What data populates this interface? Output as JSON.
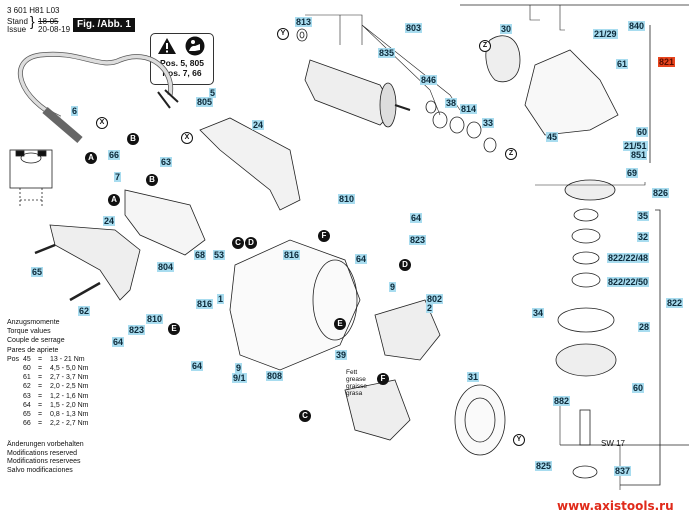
{
  "header": {
    "part_number": "3 601 H81 L03",
    "stand_label": "Stand",
    "issue_label": "Issue",
    "stand_value": "18-05",
    "issue_value": "20-08-19",
    "figure_label": "Fig. /Abb. 1"
  },
  "warning_box": {
    "icons": [
      "warning-triangle-icon",
      "read-manual-icon"
    ],
    "line1": "Pos. 5, 805",
    "line2": "Pos. 7, 66"
  },
  "torque": {
    "titles": [
      "Anzugsmomente",
      "Torque values",
      "Couple de serrage",
      "Pares de apriete"
    ],
    "pos_label": "Pos",
    "rows": [
      {
        "pos": "45",
        "sep": "=",
        "value": "13 - 21 Nm"
      },
      {
        "pos": "60",
        "sep": "=",
        "value": "4,5 - 5,0 Nm"
      },
      {
        "pos": "61",
        "sep": "=",
        "value": "2,7 - 3,7 Nm"
      },
      {
        "pos": "62",
        "sep": "=",
        "value": "2,0 - 2,5 Nm"
      },
      {
        "pos": "63",
        "sep": "=",
        "value": "1,2 - 1,6 Nm"
      },
      {
        "pos": "64",
        "sep": "=",
        "value": "1,5 - 2,0 Nm"
      },
      {
        "pos": "65",
        "sep": "=",
        "value": "0,8 - 1,3 Nm"
      },
      {
        "pos": "66",
        "sep": "=",
        "value": "2,2 - 2,7 Nm"
      }
    ]
  },
  "notes": [
    "Änderungen vorbehalten",
    "Modifications reserved",
    "Modifications reservees",
    "Salvo modificaciones"
  ],
  "grease_note": [
    "Fett",
    "grease",
    "graisse",
    "grasa"
  ],
  "wrench_note": "SW 17",
  "watermark": "www.axistools.ru",
  "colors": {
    "part_tag": "#a8dcef",
    "highlight_tag": "#e8451e",
    "watermark": "#e02a1a"
  },
  "part_labels": {
    "p813": "813",
    "p803": "803",
    "p835": "835",
    "p846": "846",
    "p38": "38",
    "p814": "814",
    "p33": "33",
    "p30": "30",
    "p840": "840",
    "p2129": "21/29",
    "p821": "821",
    "p61": "61",
    "p60a": "60",
    "p2151": "21/51",
    "p851": "851",
    "p45": "45",
    "p69": "69",
    "p826": "826",
    "p35": "35",
    "p32": "32",
    "p8222248": "822/22/48",
    "p8222250": "822/22/50",
    "p822": "822",
    "p34": "34",
    "p28": "28",
    "p60b": "60",
    "p882": "882",
    "p825": "825",
    "p837": "837",
    "p5": "5",
    "p805": "805",
    "p6": "6",
    "p66": "66",
    "p63": "63",
    "p7": "7",
    "p24a": "24",
    "p24b": "24",
    "p65": "65",
    "p62": "62",
    "p804": "804",
    "p68": "68",
    "p53": "53",
    "p810a": "810",
    "p64a": "64",
    "p823a": "823",
    "p816a": "816",
    "p64b": "64",
    "p9a": "9",
    "p8022": "802",
    "p2": "2",
    "p31": "31",
    "p810b": "810",
    "p823b": "823",
    "p64c": "64",
    "p816b": "816",
    "p1": "1",
    "p64d": "64",
    "p9b": "9",
    "p91": "9/1",
    "p808": "808",
    "p39": "39"
  },
  "connectors": {
    "A": "A",
    "B": "B",
    "C": "C",
    "D": "D",
    "E": "E",
    "F": "F",
    "X": "X",
    "Y": "Y",
    "Z": "Z"
  }
}
